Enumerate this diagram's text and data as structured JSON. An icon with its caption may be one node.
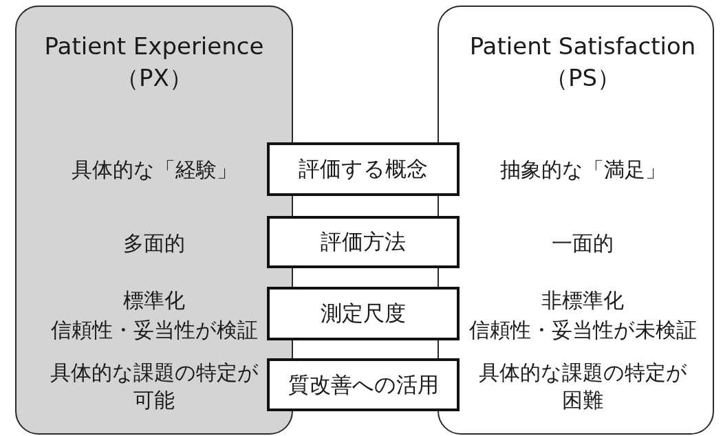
{
  "diagram": {
    "nodes": [
      {
        "text": [
          "Patient Experience （PX）",
          "具体的な「経験」",
          "多面的",
          "標準化",
          "信頼性・妥当性が検証",
          "具体的な課題の特定が可能"
        ]
      },
      {
        "text": [
          "Patient Satisfaction （PS）",
          "抽象的な「満足」",
          "一面的",
          "非標準化",
          "信頼性・妥当性が未検証",
          "具体的な課題の特定が困難"
        ]
      },
      {
        "text": [
          "評価する概念"
        ]
      },
      {
        "text": [
          "評価方法"
        ]
      },
      {
        "text": [
          "測定尺度"
        ]
      },
      {
        "text": [
          "質改善への活用"
        ]
      }
    ],
    "edges": []
  }
}
